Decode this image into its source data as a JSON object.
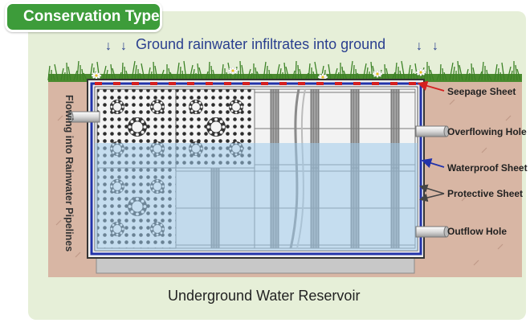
{
  "title": "Conservation Type",
  "top_caption": "Ground rainwater infiltrates into ground",
  "side_caption": "Flowing into Rainwater Pipelines",
  "bottom_caption": "Underground Water Reservoir",
  "callouts": [
    {
      "label": "Seepage Sheet"
    },
    {
      "label": "Overflowing Hole"
    },
    {
      "label": "Waterproof Sheet"
    },
    {
      "label": "Protective Sheet"
    },
    {
      "label": "Outflow Hole"
    }
  ],
  "colors": {
    "title_green": "#3d9c3a",
    "panel_bg": "#e6efd8",
    "soil": "#d8b6a4",
    "water": "#bcdcf0",
    "seepage_red": "#d42020",
    "waterproof_blue": "#2233aa",
    "caption_blue": "#2a3f8f"
  }
}
